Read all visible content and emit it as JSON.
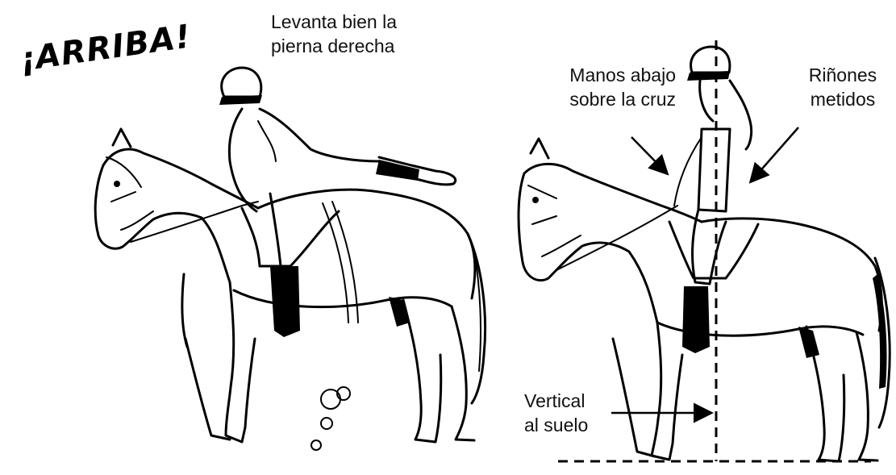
{
  "title": "¡ARRIBA!",
  "left_figure": {
    "caption_line1": "Levanta bien la",
    "caption_line2": "pierna derecha"
  },
  "right_figure": {
    "hands": {
      "line1": "Manos abajo",
      "line2": "sobre la cruz"
    },
    "kidneys": {
      "line1": "Riñones",
      "line2": "metidos"
    },
    "vertical": {
      "line1": "Vertical",
      "line2": "al suelo"
    }
  }
}
